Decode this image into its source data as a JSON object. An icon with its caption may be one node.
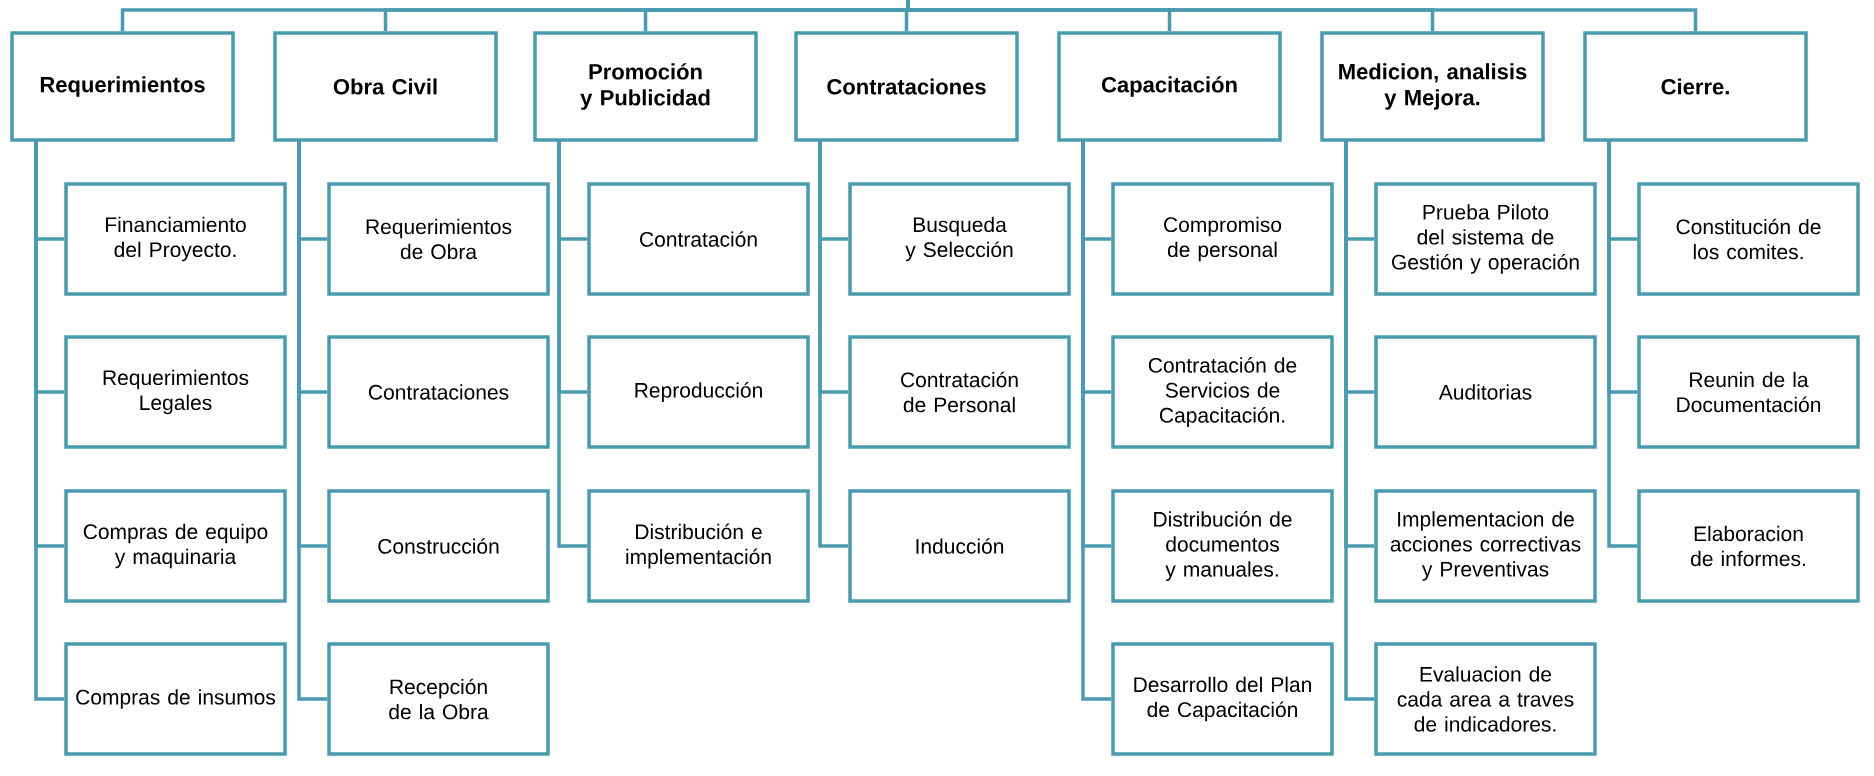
{
  "diagram": {
    "nodes": [
      {
        "text": [
          "Requerimientos"
        ]
      },
      {
        "text": [
          "Financiamiento del Proyecto."
        ]
      },
      {
        "text": [
          "Requerimientos Legales"
        ]
      },
      {
        "text": [
          "Compras de equipo y maquinaria"
        ]
      },
      {
        "text": [
          "Compras de insumos"
        ]
      },
      {
        "text": [
          "Obra Civil"
        ]
      },
      {
        "text": [
          "Requerimientos de Obra"
        ]
      },
      {
        "text": [
          "Contrataciones"
        ]
      },
      {
        "text": [
          "Construcción"
        ]
      },
      {
        "text": [
          "Recepción de la Obra"
        ]
      },
      {
        "text": [
          "Promoción y Publicidad"
        ]
      },
      {
        "text": [
          "Contratación"
        ]
      },
      {
        "text": [
          "Reproducción"
        ]
      },
      {
        "text": [
          "Distribución e implementación"
        ]
      },
      {
        "text": [
          "Contrataciones"
        ]
      },
      {
        "text": [
          "Busqueda y Selección"
        ]
      },
      {
        "text": [
          "Contratación de Personal"
        ]
      },
      {
        "text": [
          "Inducción"
        ]
      },
      {
        "text": [
          "Capacitación"
        ]
      },
      {
        "text": [
          "Compromiso de personal"
        ]
      },
      {
        "text": [
          "Contratación de Servicios de Capacitación."
        ]
      },
      {
        "text": [
          "Distribución de documentos y manuales."
        ]
      },
      {
        "text": [
          "Desarrollo del Plan de Capacitación"
        ]
      },
      {
        "text": [
          "Medicion, analisis y Mejora."
        ]
      },
      {
        "text": [
          "Prueba Piloto del sistema de Gestión y operación"
        ]
      },
      {
        "text": [
          "Auditorias"
        ]
      },
      {
        "text": [
          "Implementacion de acciones correctivas y Preventivas"
        ]
      },
      {
        "text": [
          "Evaluacion de cada area a traves de indicadores."
        ]
      },
      {
        "text": [
          "Cierre."
        ]
      },
      {
        "text": [
          "Constitución de los comites."
        ]
      },
      {
        "text": [
          "Reunin de la Documentación"
        ]
      },
      {
        "text": [
          "Elaboracion de informes."
        ]
      }
    ],
    "edges": [
      {
        "from": null,
        "to": 0,
        "arrow": "none"
      },
      {
        "from": null,
        "to": 5,
        "arrow": "none"
      },
      {
        "from": null,
        "to": 10,
        "arrow": "none"
      },
      {
        "from": null,
        "to": 14,
        "arrow": "none"
      },
      {
        "from": null,
        "to": 18,
        "arrow": "none"
      },
      {
        "from": null,
        "to": 23,
        "arrow": "none"
      },
      {
        "from": null,
        "to": 28,
        "arrow": "none"
      },
      {
        "from": 0,
        "to": 1,
        "arrow": "none"
      },
      {
        "from": 0,
        "to": 2,
        "arrow": "none"
      },
      {
        "from": 0,
        "to": 3,
        "arrow": "none"
      },
      {
        "from": 0,
        "to": 4,
        "arrow": "none"
      },
      {
        "from": 5,
        "to": 6,
        "arrow": "none"
      },
      {
        "from": 5,
        "to": 7,
        "arrow": "none"
      },
      {
        "from": 5,
        "to": 8,
        "arrow": "none"
      },
      {
        "from": 5,
        "to": 9,
        "arrow": "none"
      },
      {
        "from": 10,
        "to": 11,
        "arrow": "none"
      },
      {
        "from": 10,
        "to": 12,
        "arrow": "none"
      },
      {
        "from": 10,
        "to": 13,
        "arrow": "none"
      },
      {
        "from": 14,
        "to": 15,
        "arrow": "none"
      },
      {
        "from": 14,
        "to": 16,
        "arrow": "none"
      },
      {
        "from": 14,
        "to": 17,
        "arrow": "none"
      },
      {
        "from": 18,
        "to": 19,
        "arrow": "none"
      },
      {
        "from": 18,
        "to": 20,
        "arrow": "none"
      },
      {
        "from": 18,
        "to": 21,
        "arrow": "none"
      },
      {
        "from": 18,
        "to": 22,
        "arrow": "none"
      },
      {
        "from": 23,
        "to": 24,
        "arrow": "none"
      },
      {
        "from": 23,
        "to": 25,
        "arrow": "none"
      },
      {
        "from": 23,
        "to": 26,
        "arrow": "none"
      },
      {
        "from": 23,
        "to": 27,
        "arrow": "none"
      },
      {
        "from": 28,
        "to": 29,
        "arrow": "none"
      },
      {
        "from": 28,
        "to": 30,
        "arrow": "none"
      },
      {
        "from": 28,
        "to": 31,
        "arrow": "none"
      }
    ]
  }
}
